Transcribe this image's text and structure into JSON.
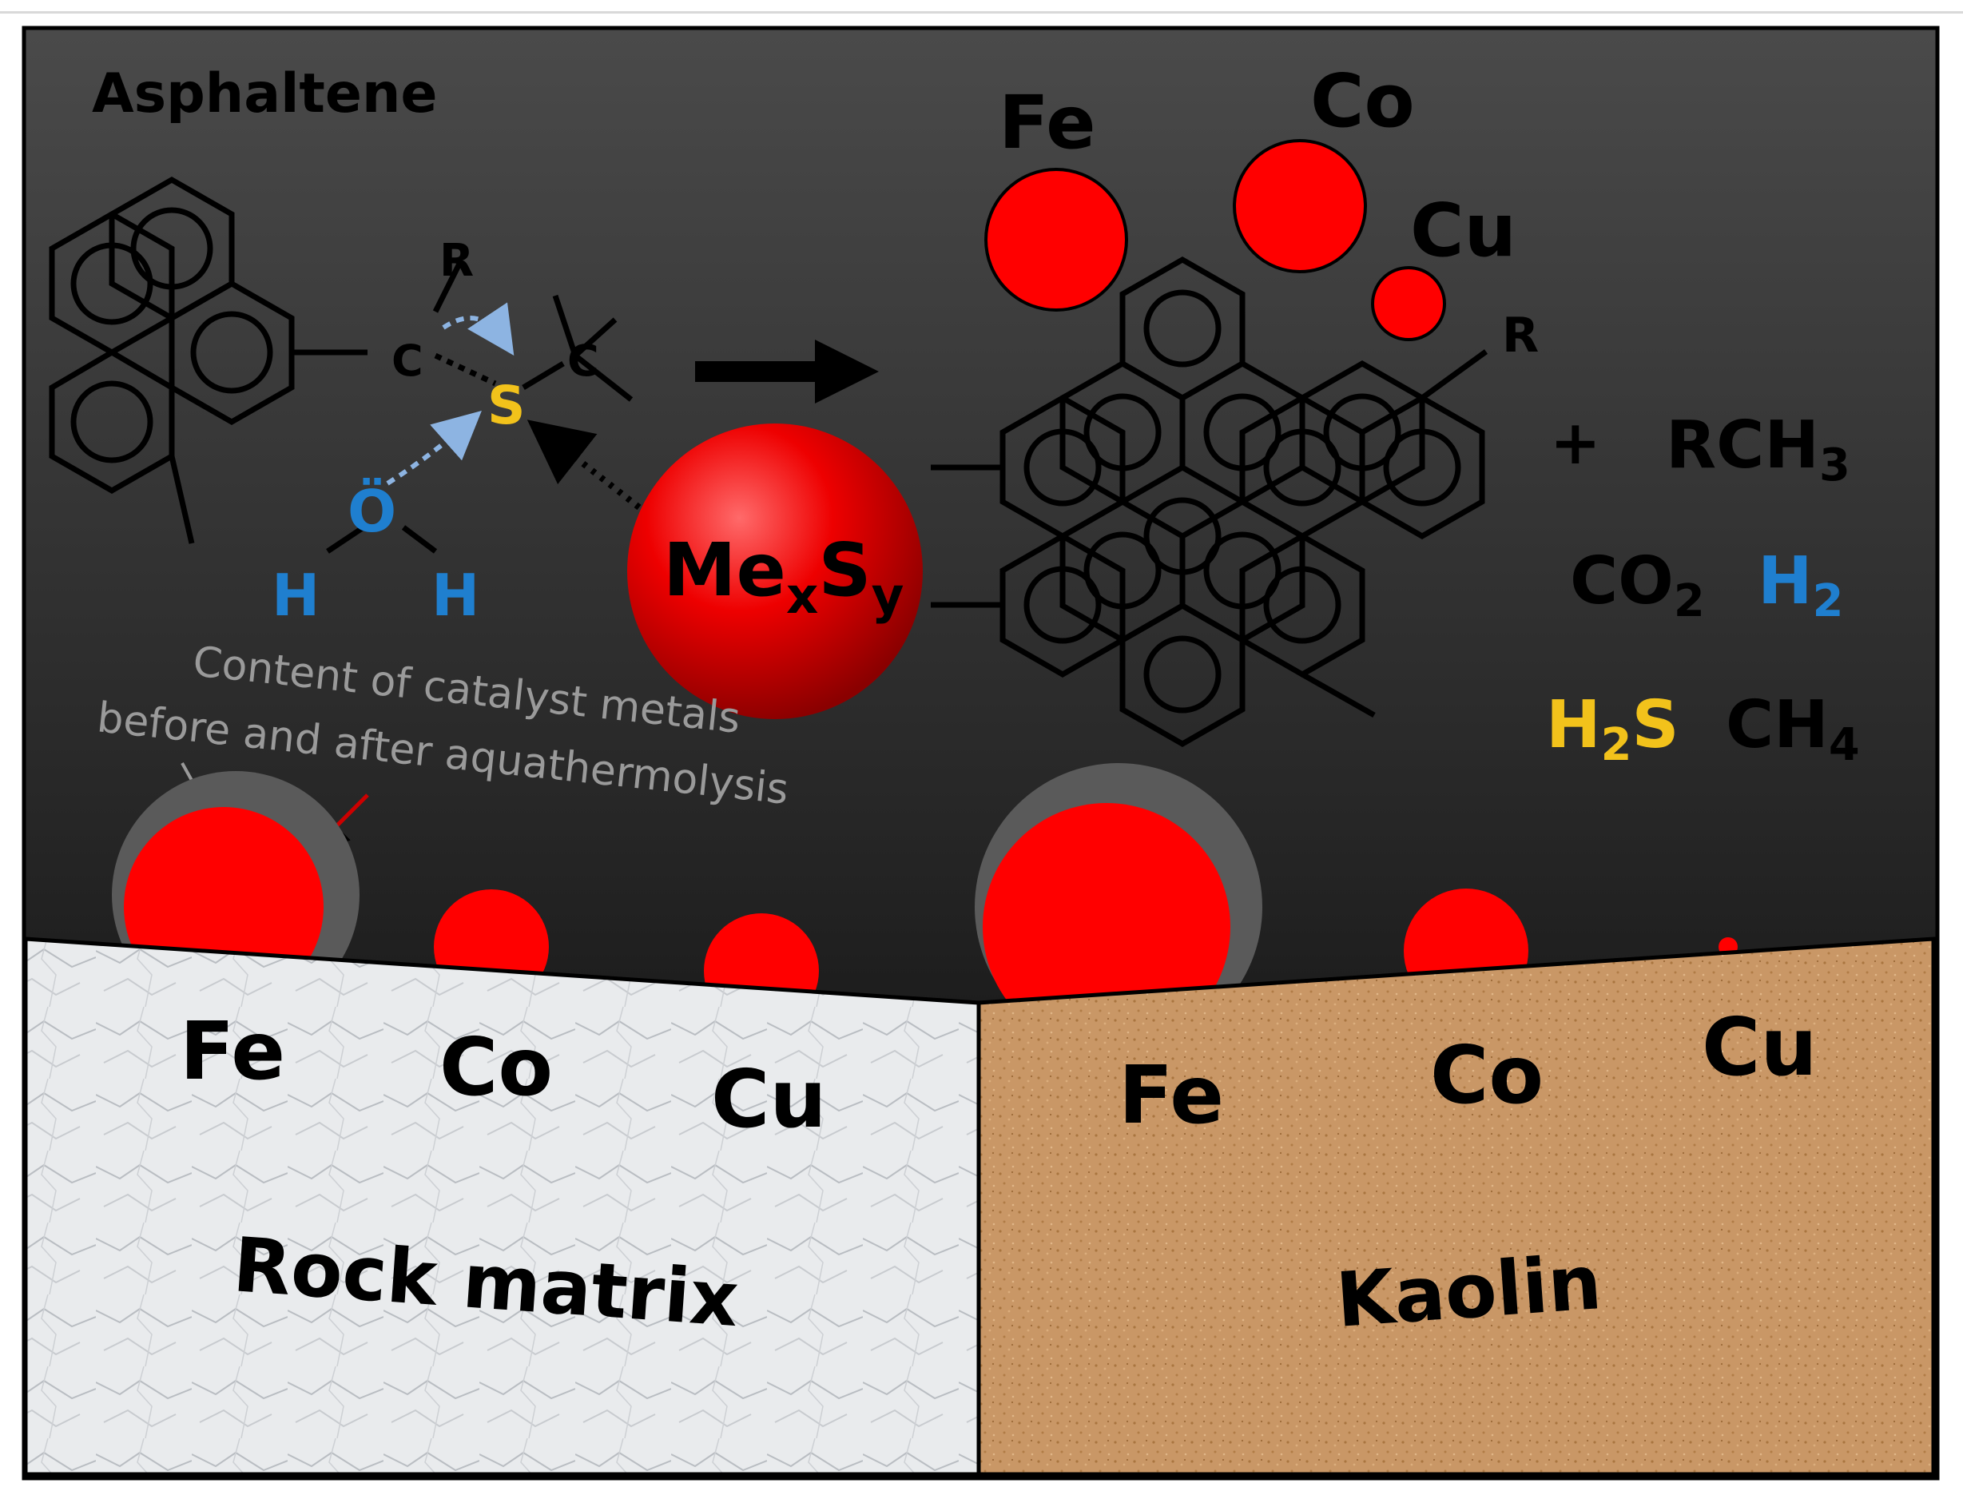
{
  "labels": {
    "asphaltene": "Asphaltene",
    "fe_top": "Fe",
    "co_top": "Co",
    "cu_top": "Cu",
    "r_left": "R",
    "r_right": "R",
    "c_left": "C",
    "c_right": "C",
    "s_atom": "S",
    "o_atom": "Ö",
    "h_left": "H",
    "h_right": "H",
    "catalyst_main": "Me",
    "catalyst_x": "x",
    "catalyst_s": "S",
    "catalyst_y": "y",
    "plus": "+",
    "rch3_main": "RCH",
    "rch3_sub": "3",
    "co2_main": "CO",
    "co2_sub": "2",
    "h2_main": "H",
    "h2_sub": "2",
    "h2s_h": "H",
    "h2s_sub": "2",
    "h2s_s": "S",
    "ch4_main": "CH",
    "ch4_sub": "4",
    "caption_line1": "Content of catalyst metals",
    "caption_line2": "before and after aquathermolysis",
    "rock_fe": "Fe",
    "rock_co": "Co",
    "rock_cu": "Cu",
    "rock_matrix": "Rock matrix",
    "kaolin_fe": "Fe",
    "kaolin_co": "Co",
    "kaolin_cu": "Cu",
    "kaolin": "Kaolin"
  },
  "colors": {
    "particle_red": "#ff0000",
    "background_top": "#4a4a4a",
    "background_bottom": "#050505",
    "kaolin_tan": "#c69463",
    "rock_grey": "#e6e8ea",
    "water_blue": "#1f7fcf",
    "sulfur_yellow": "#f2c21b"
  }
}
